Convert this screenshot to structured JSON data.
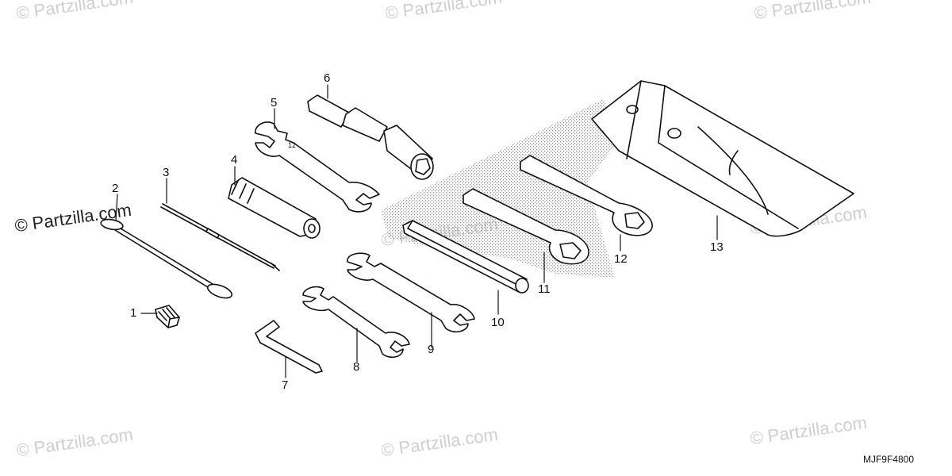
{
  "watermark": {
    "text": "© Partzilla.com"
  },
  "diagram_code": "MJF9F4800",
  "part_numbers": {
    "p1": "1",
    "p2": "2",
    "p3": "3",
    "p4": "4",
    "p5": "5",
    "p6": "6",
    "p7": "7",
    "p8": "8",
    "p9": "9",
    "p10": "10",
    "p11": "11",
    "p12": "12",
    "p13": "13"
  },
  "colors": {
    "line": "#111111",
    "stipple": "#9a9a9a",
    "watermark": "#cfcfcf"
  }
}
